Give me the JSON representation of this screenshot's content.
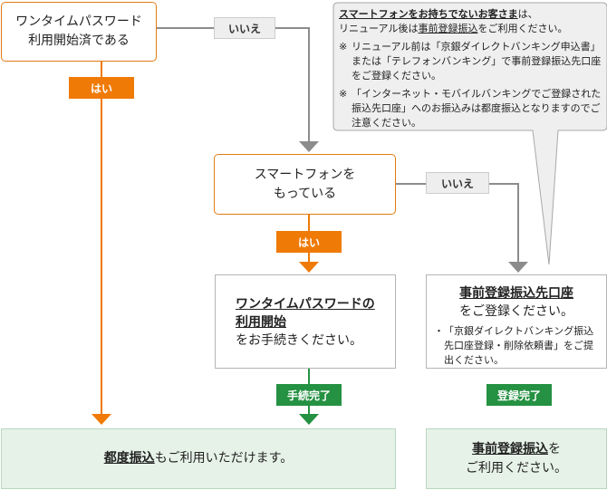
{
  "boxes": {
    "otp_in_use": {
      "line1": "ワンタイムパスワード",
      "line2": "利用開始済である"
    },
    "has_smartphone": {
      "line1": "スマートフォンを",
      "line2": "もっている"
    },
    "start_otp": {
      "title_line1": "ワンタイムパスワードの",
      "title_line2": "利用開始",
      "body": "をお手続きください。"
    },
    "preregister": {
      "title": "事前登録振込先口座",
      "body": "をご登録ください。",
      "note_mark": "・",
      "note_text": "「京銀ダイレクトバンキング振込先口座登録・削除依頼書」をご提出ください。"
    },
    "result_left": {
      "em": "都度振込",
      "rest": "もご利用いただけます。"
    },
    "result_right": {
      "em": "事前登録振込",
      "rest": "を",
      "line2": "ご利用ください。"
    }
  },
  "labels": {
    "no_top": "いいえ",
    "yes_left": "はい",
    "no_mid": "いいえ",
    "yes_mid": "はい",
    "procedure_done": "手続完了",
    "registration_done": "登録完了"
  },
  "callout": {
    "lead_em": "スマートフォンをお持ちでないお客さま",
    "lead_rest": "は、",
    "line2_pre": "リニューアル後は",
    "line2_em": "事前登録振込",
    "line2_post": "をご利用ください。",
    "notes": [
      {
        "mark": "※",
        "text": "リニューアル前は「京銀ダイレクトバンキング申込書」または「テレフォンバンキング」で事前登録振込先口座をご登録ください。"
      },
      {
        "mark": "※",
        "text": "「インターネット・モバイルバンキングでご登録された振込先口座」へのお振込みは都度振込となりますのでご注意ください。"
      }
    ]
  },
  "colors": {
    "orange": "#ef7a05",
    "green": "#259142",
    "gray_arrow": "#8c8c8c",
    "result_fill": "#e6f2e8",
    "callout_fill": "#efefef"
  }
}
